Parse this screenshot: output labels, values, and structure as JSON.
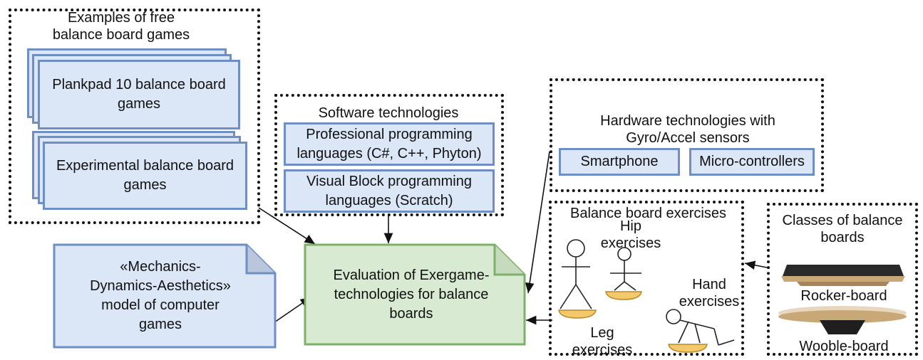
{
  "groups": {
    "free_games": {
      "title": "Examples of free\nbalance board games",
      "items": [
        "Plankpad 10 balance board\ngames",
        "Experimental balance board\ngames"
      ]
    },
    "software": {
      "title": "Software technologies",
      "items": [
        "Professional programming\nlanguages (C#, C++, Phyton)",
        "Visual Block programming\nlanguages (Scratch)"
      ]
    },
    "hardware": {
      "title": "Hardware technologies with\nGyro/Accel sensors",
      "items": [
        "Smartphone",
        "Micro-controllers"
      ]
    },
    "exercises": {
      "title": "Balance board exercises",
      "hip": "Hip\nexercises",
      "hand": "Hand\nexercises",
      "leg": "Leg\nexercises"
    },
    "classes": {
      "title": "Classes of balance\nboards",
      "rocker": "Rocker-board",
      "wooble": "Wooble-board"
    }
  },
  "mda_model": "«Mechanics-\nDynamics-Aesthetics»\nmodel of computer\ngames",
  "evaluation": "Evaluation of Exergame-\ntechnologies for balance\nboards",
  "colors": {
    "blue_fill": "#dbe6f7",
    "blue_border": "#6f8fc4",
    "green_fill": "#d9ead3",
    "green_border": "#7fb069",
    "board_yellow": "#f3c96b"
  }
}
